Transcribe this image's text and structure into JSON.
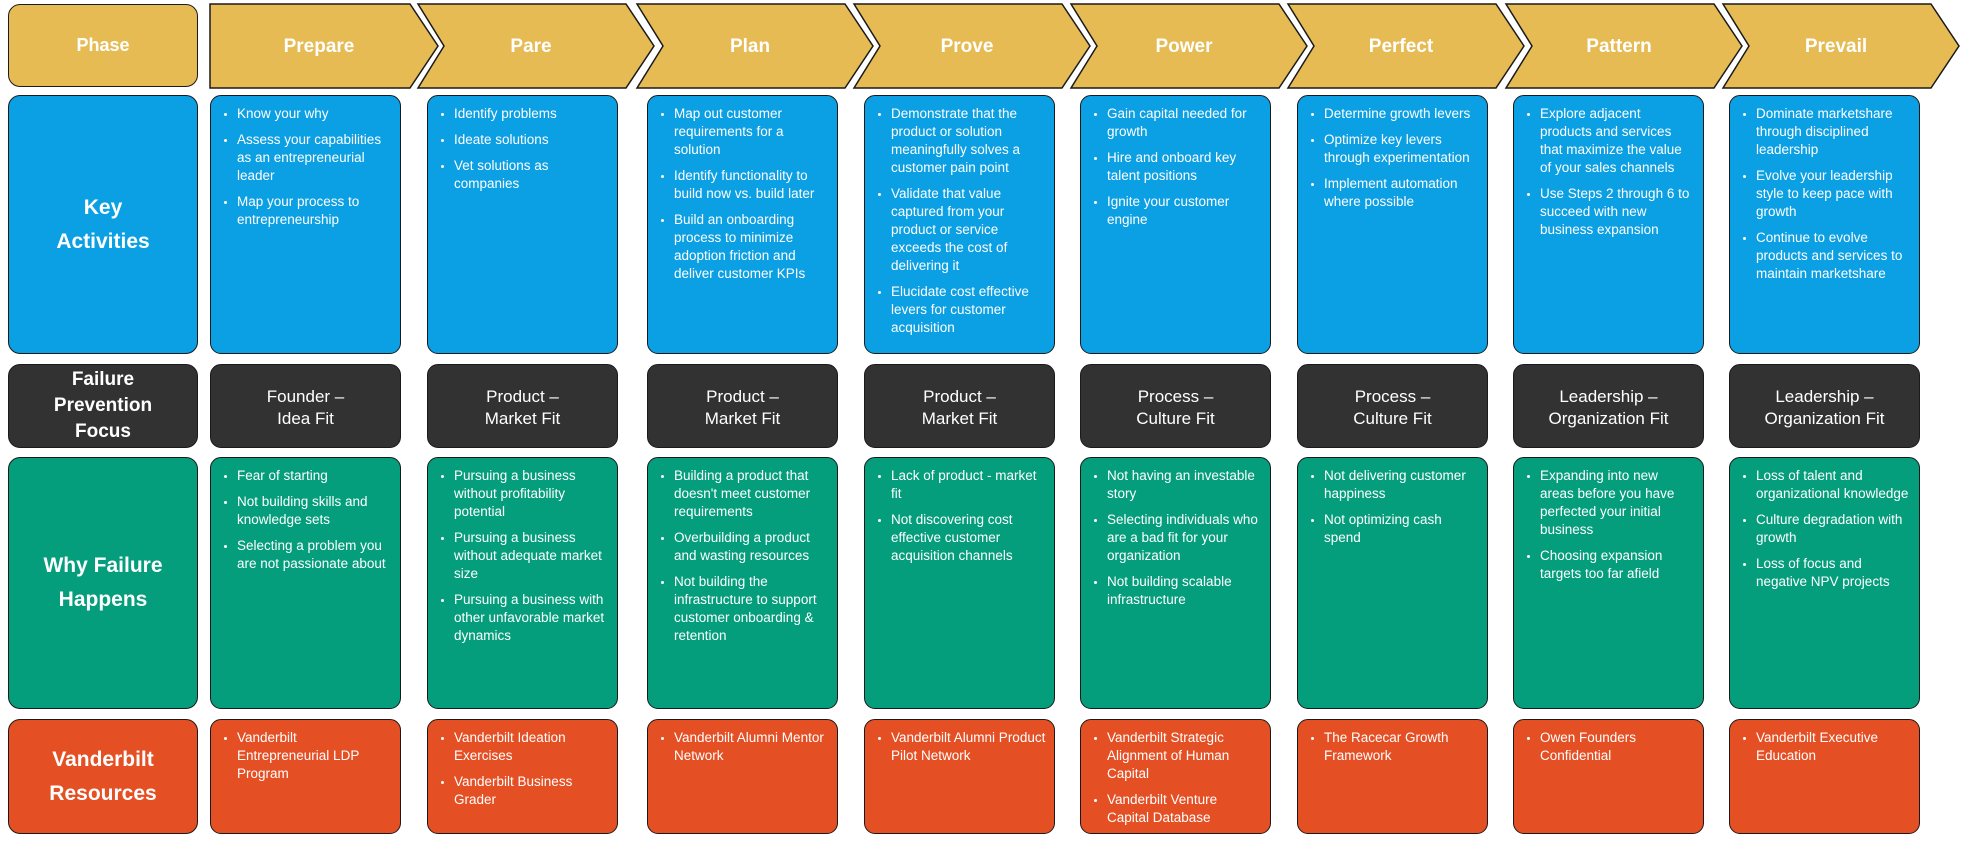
{
  "colors": {
    "header_gold": "#e6bb53",
    "key_activities": "#0b9fe3",
    "failure_focus": "#323232",
    "why_failure": "#049e7c",
    "resources": "#e54f24",
    "text": "#ffffff"
  },
  "row_labels": {
    "phase": "Phase",
    "key_activities": "Key\nActivities",
    "failure_focus": "Failure\nPrevention\nFocus",
    "why_failure": "Why Failure\nHappens",
    "resources": "Vanderbilt\nResources"
  },
  "phases": [
    {
      "name": "Prepare",
      "activities": [
        "Know your why",
        "Assess your capabilities as an entrepreneurial leader",
        "Map your process to entrepreneurship"
      ],
      "focus": "Founder –\nIdea Fit",
      "why_failure": [
        "Fear of starting",
        "Not building skills and knowledge sets",
        "Selecting a problem you are not passionate about"
      ],
      "resources": [
        "Vanderbilt Entrepreneurial LDP Program"
      ]
    },
    {
      "name": "Pare",
      "activities": [
        "Identify problems",
        "Ideate solutions",
        "Vet solutions as companies"
      ],
      "focus": "Product –\nMarket Fit",
      "why_failure": [
        "Pursuing a business without profitability potential",
        "Pursuing a business without adequate market size",
        "Pursuing a business with other unfavorable market dynamics"
      ],
      "resources": [
        "Vanderbilt Ideation Exercises",
        "Vanderbilt Business Grader"
      ]
    },
    {
      "name": "Plan",
      "activities": [
        "Map out customer requirements for a solution",
        "Identify functionality to build now vs. build later",
        "Build an onboarding process to minimize adoption friction and deliver customer KPIs"
      ],
      "focus": "Product –\nMarket Fit",
      "why_failure": [
        "Building a product that doesn't meet customer requirements",
        "Overbuilding a product and wasting resources",
        "Not building the infrastructure to support customer onboarding & retention"
      ],
      "resources": [
        "Vanderbilt Alumni Mentor Network"
      ]
    },
    {
      "name": "Prove",
      "activities": [
        "Demonstrate that the product or solution meaningfully solves a customer pain point",
        "Validate that value captured from your product or service exceeds the cost of delivering it",
        "Elucidate cost effective levers for customer acquisition"
      ],
      "focus": "Product –\nMarket Fit",
      "why_failure": [
        "Lack of product - market fit",
        "Not discovering cost effective customer acquisition channels"
      ],
      "resources": [
        "Vanderbilt Alumni Product Pilot Network"
      ]
    },
    {
      "name": "Power",
      "activities": [
        "Gain capital needed for growth",
        "Hire and onboard key talent positions",
        "Ignite your customer engine"
      ],
      "focus": "Process –\nCulture Fit",
      "why_failure": [
        "Not having an investable story",
        "Selecting individuals who are a bad fit for your organization",
        "Not building scalable infrastructure"
      ],
      "resources": [
        "Vanderbilt Strategic Alignment of Human Capital",
        "Vanderbilt Venture Capital Database"
      ]
    },
    {
      "name": "Perfect",
      "activities": [
        "Determine growth levers",
        "Optimize key levers through experimentation",
        "Implement automation where possible"
      ],
      "focus": "Process –\nCulture Fit",
      "why_failure": [
        "Not delivering customer happiness",
        "Not optimizing cash spend"
      ],
      "resources": [
        "The Racecar Growth Framework"
      ]
    },
    {
      "name": "Pattern",
      "activities": [
        "Explore adjacent products and services that maximize the value of your sales channels",
        "Use Steps 2 through 6 to succeed with new business expansion"
      ],
      "focus": "Leadership –\nOrganization Fit",
      "why_failure": [
        "Expanding into new areas before you have perfected your initial business",
        "Choosing expansion targets too far afield"
      ],
      "resources": [
        "Owen Founders Confidential"
      ]
    },
    {
      "name": "Prevail",
      "activities": [
        "Dominate marketshare through disciplined leadership",
        "Evolve your leadership style to keep pace with growth",
        "Continue to evolve products and services to maintain marketshare"
      ],
      "focus": "Leadership –\nOrganization Fit",
      "why_failure": [
        "Loss of talent and organizational knowledge",
        "Culture degradation with growth",
        "Loss of focus and negative NPV projects"
      ],
      "resources": [
        "Vanderbilt Executive Education"
      ]
    }
  ]
}
